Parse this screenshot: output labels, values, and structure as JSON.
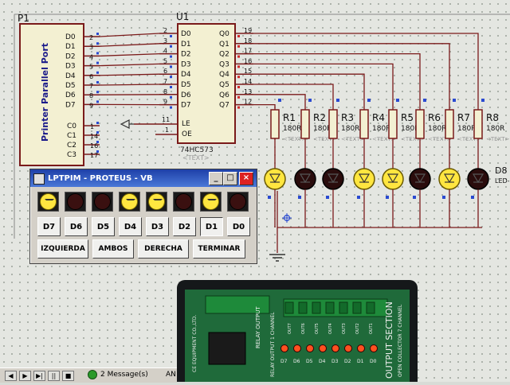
{
  "schematic": {
    "p1_label": "P1",
    "port_label": "Printer Parallel Port",
    "u1_label": "U1",
    "u1_part": "74HC573",
    "u1_text": "<TEXT>",
    "p1_data_pins": [
      "D0",
      "D1",
      "D2",
      "D3",
      "D4",
      "D5",
      "D6",
      "D7"
    ],
    "p1_data_pin_numbers": [
      "2",
      "3",
      "4",
      "5",
      "6",
      "7",
      "8",
      "9"
    ],
    "p1_ctrl_pins": [
      "C0",
      "C1",
      "C2",
      "C3"
    ],
    "p1_ctrl_pin_numbers": [
      "1",
      "14",
      "16",
      "17"
    ],
    "u1_in_pins": [
      "D0",
      "D1",
      "D2",
      "D3",
      "D4",
      "D5",
      "D6",
      "D7"
    ],
    "u1_in_pin_numbers": [
      "2",
      "3",
      "4",
      "5",
      "6",
      "7",
      "8",
      "9"
    ],
    "u1_out_pins": [
      "Q0",
      "Q1",
      "Q2",
      "Q3",
      "Q4",
      "Q5",
      "Q6",
      "Q7"
    ],
    "u1_out_pin_numbers": [
      "19",
      "18",
      "17",
      "16",
      "15",
      "14",
      "13",
      "12"
    ],
    "u1_le": "LE",
    "u1_oe": "OE",
    "u1_le_pin": "11",
    "u1_oe_pin": "1",
    "resistors": [
      {
        "ref": "R1",
        "value": "180R"
      },
      {
        "ref": "R2",
        "value": "180R"
      },
      {
        "ref": "R3",
        "value": "180R"
      },
      {
        "ref": "R4",
        "value": "180R"
      },
      {
        "ref": "R5",
        "value": "180R"
      },
      {
        "ref": "R6",
        "value": "180R"
      },
      {
        "ref": "R7",
        "value": "180R"
      },
      {
        "ref": "R8",
        "value": "180R"
      }
    ],
    "resistor_text": "<TEXT>",
    "led_ref_last": "D8",
    "led_part_last": "LED-",
    "leds_on": [
      true,
      false,
      false,
      true,
      true,
      false,
      true,
      false
    ]
  },
  "vb_window": {
    "title": "LPTPIM - PROTEUS - VB",
    "minimize": "_",
    "maximize": "□",
    "close": "×",
    "leds_on": [
      true,
      false,
      false,
      true,
      true,
      false,
      true,
      false
    ],
    "bit_buttons": [
      "D7",
      "D6",
      "D5",
      "D4",
      "D3",
      "D2",
      "D1",
      "D0"
    ],
    "pressed_index": 6,
    "actions": [
      "IZQUIERDA",
      "AMBOS",
      "DERECHA",
      "TERMINAR"
    ]
  },
  "status_bar": {
    "messages": "2 Message(s)",
    "tail": "AN"
  },
  "photo": {
    "relay_label": "RELAY OUTPUT",
    "section_label": "OUTPUT SECTION",
    "collector_label": "OPEN COLLECTOR 7 CHANNEL",
    "relay_channel": "RELAY OUTPUT 1 CHANNEL",
    "company": "CE EQUIPMENT CO.,LTD.",
    "out_labels": [
      "D7",
      "D6",
      "D5",
      "D4",
      "D3",
      "D2",
      "D1",
      "D0"
    ],
    "top_labels": [
      "OUT7",
      "OUT6",
      "OUT5",
      "OUT4",
      "OUT3",
      "OUT2",
      "OUT1"
    ],
    "leds_lit": [
      true,
      true,
      true,
      true,
      true,
      true,
      true,
      true
    ]
  }
}
